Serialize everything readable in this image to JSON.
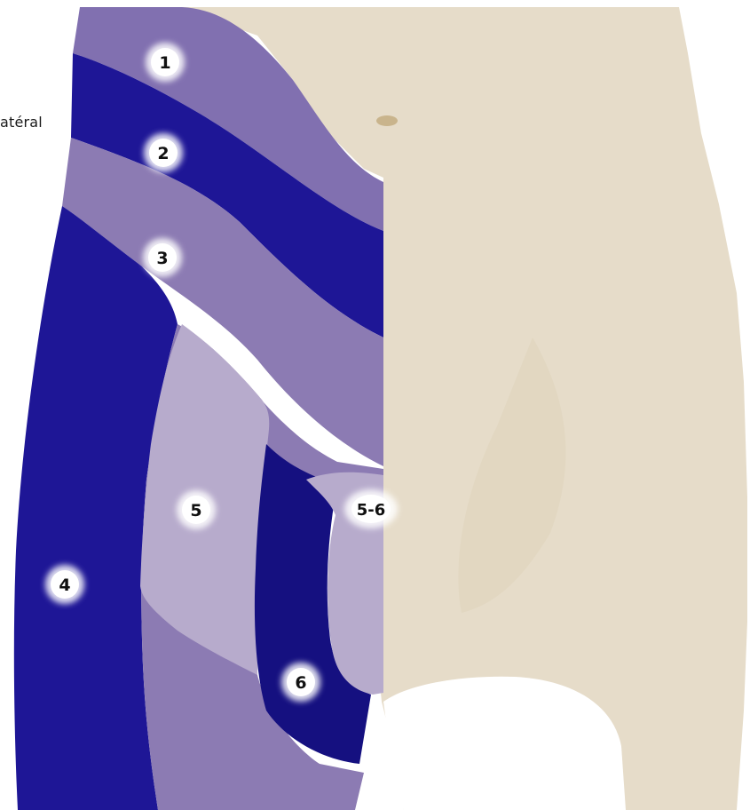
{
  "side_label": "atéral",
  "markers": [
    {
      "id": "1",
      "label": "1"
    },
    {
      "id": "2",
      "label": "2"
    },
    {
      "id": "3",
      "label": "3"
    },
    {
      "id": "4",
      "label": "4"
    },
    {
      "id": "5",
      "label": "5"
    },
    {
      "id": "5-6",
      "label": "5-6"
    },
    {
      "id": "6",
      "label": "6"
    }
  ],
  "colors": {
    "skin": "#e6dcc9",
    "skin_shadow": "#d9cdb2",
    "zone_light_purple": "#8170b0",
    "zone_dark_navy": "#1e1696",
    "zone_mid_purple": "#8c7bb3",
    "zone_pale_lilac": "#b7abcc",
    "zone_deep_navy": "#151080",
    "marker_fill": "#ffffff",
    "marker_text": "#111111"
  }
}
